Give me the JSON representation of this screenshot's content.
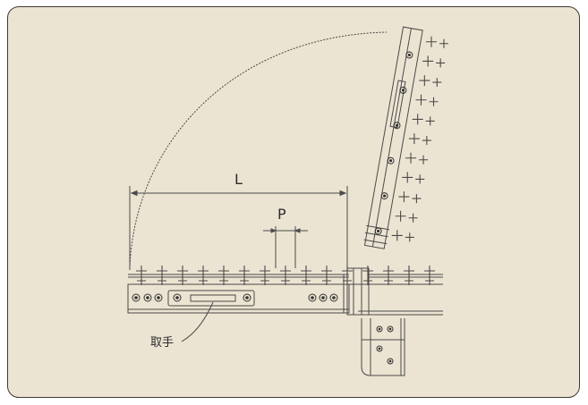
{
  "labels": {
    "length": "L",
    "pitch": "P",
    "handle": "取手"
  },
  "colors": {
    "background": "#ece4d2",
    "frame": "#3d3a33",
    "line": "#4a4a4a"
  }
}
